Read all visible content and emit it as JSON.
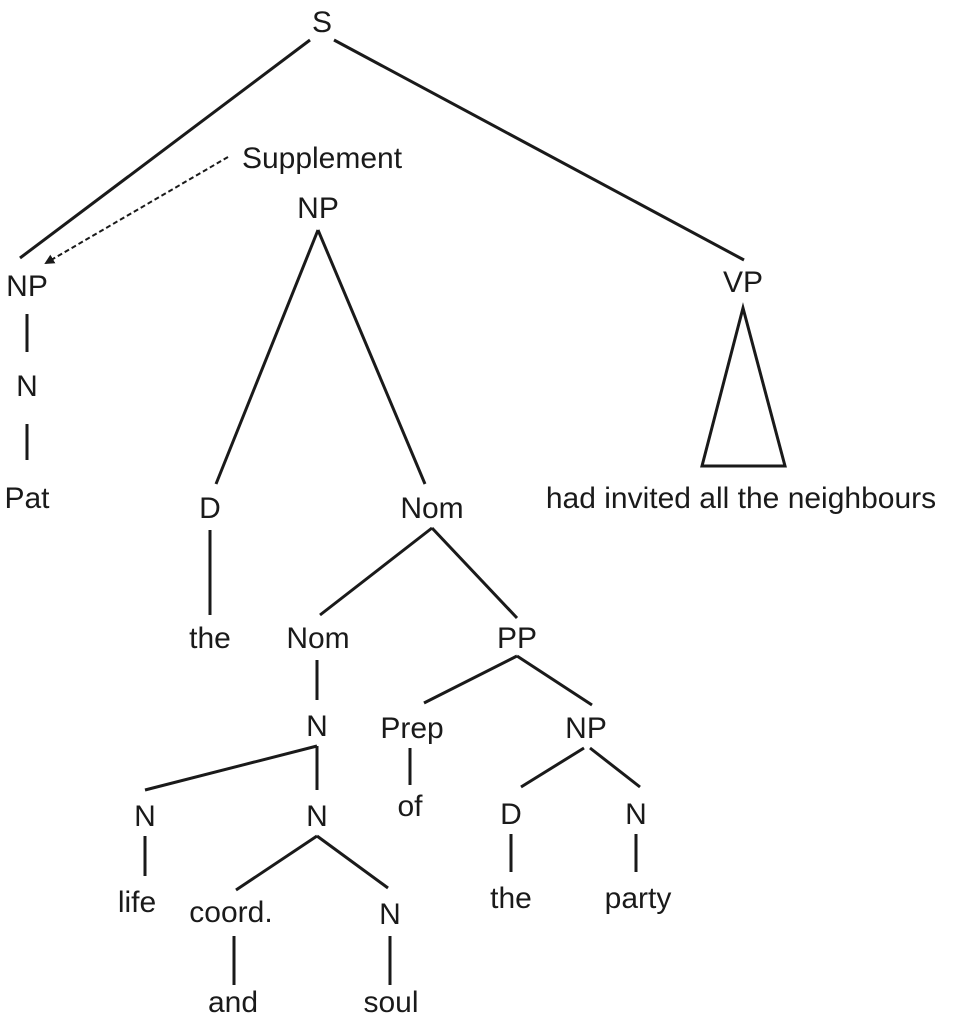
{
  "tree": {
    "root": "S",
    "subject": {
      "phrase": "NP",
      "noun": "N",
      "word": "Pat"
    },
    "supplement": {
      "label": "Supplement",
      "phrase": "NP",
      "det": "D",
      "det_word": "the",
      "nom": "Nom",
      "nom_inner": "Nom",
      "n_head": "N",
      "n_first": "N",
      "n_first_word": "life",
      "n_coord": "N",
      "coord": "coord.",
      "coord_word": "and",
      "n_second": "N",
      "n_second_word": "soul",
      "pp": "PP",
      "prep": "Prep",
      "prep_word": "of",
      "pp_np": "NP",
      "pp_det": "D",
      "pp_det_word": "the",
      "pp_noun": "N",
      "pp_noun_word": "party"
    },
    "predicate": {
      "phrase": "VP",
      "text": "had invited all the neighbours"
    }
  }
}
